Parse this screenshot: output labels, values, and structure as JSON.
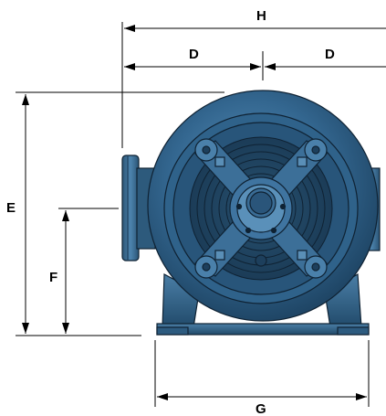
{
  "dimensions": {
    "h": "H",
    "d_left": "D",
    "d_right": "D",
    "e": "E",
    "f": "F",
    "g": "G"
  },
  "colors": {
    "pump_main": "#2f5f86",
    "pump_light": "#4b82ad",
    "pump_dark": "#1d3f5c",
    "pump_outline": "#0f2233",
    "line": "#000000"
  }
}
